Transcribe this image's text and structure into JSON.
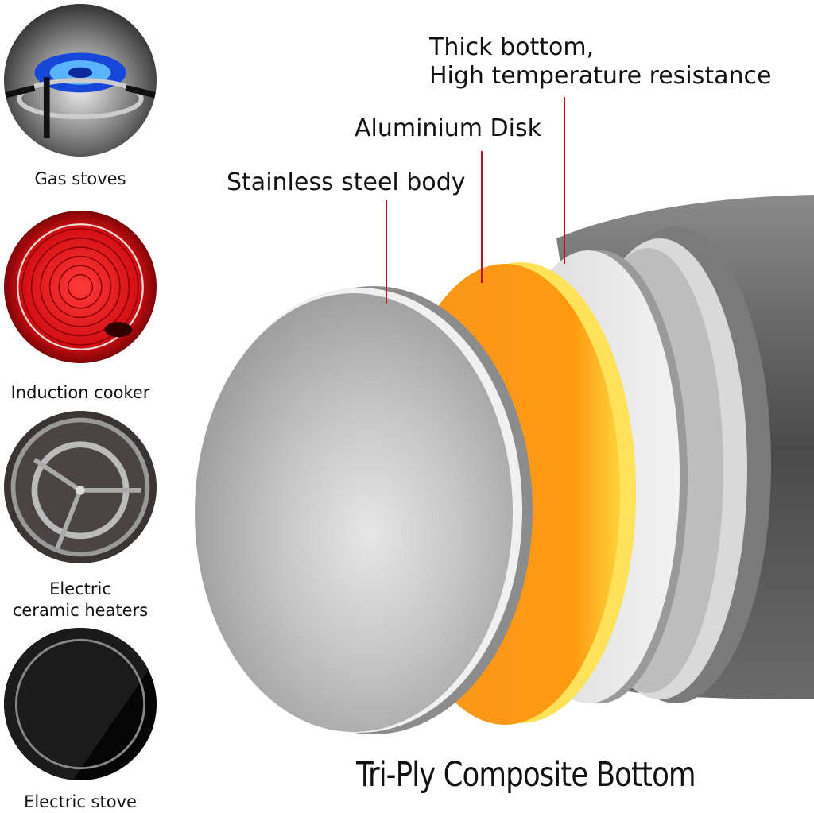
{
  "compatible_stoves": [
    {
      "label": "Gas stoves",
      "icon": "gas-burner-icon"
    },
    {
      "label": "Induction cooker",
      "icon": "induction-coil-icon"
    },
    {
      "label": "Electric ceramic heaters",
      "label_lines": [
        "Electric",
        "ceramic heaters"
      ],
      "icon": "ceramic-heater-icon"
    },
    {
      "label": "Electric stove",
      "icon": "electric-stove-icon"
    }
  ],
  "layers": {
    "thick_bottom": {
      "lines": [
        "Thick bottom,",
        "High temperature resistance"
      ]
    },
    "aluminium": {
      "label": "Aluminium Disk"
    },
    "steel": {
      "label": "Stainless steel body"
    }
  },
  "title": "Tri-Ply Composite Bottom",
  "colors": {
    "callout_line": "#c0101a",
    "aluminium": "#f7941d",
    "steel": "#b8b8b8"
  }
}
